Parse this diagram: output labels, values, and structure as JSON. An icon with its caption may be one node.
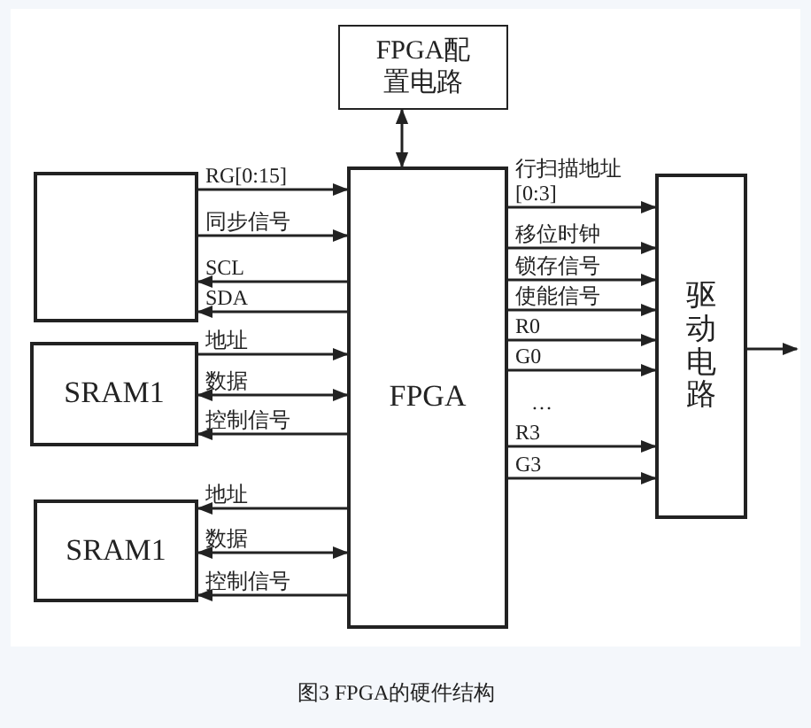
{
  "diagram": {
    "caption": "图3 FPGA的硬件结构",
    "nodes": [
      {
        "text": [
          "FPGA配置电路"
        ]
      },
      {
        "text": [
          "FPGA"
        ]
      },
      {
        "text": [],
        "shape": "box"
      },
      {
        "text": [
          "SRAM1"
        ]
      },
      {
        "text": [
          "SRAM1"
        ]
      },
      {
        "text": [
          "驱动电路"
        ]
      }
    ],
    "edges": [
      {
        "from": 0,
        "to": 1,
        "arrow": "both"
      },
      {
        "from": 2,
        "to": 1,
        "arrow": "to",
        "label": "RG[0:15]"
      },
      {
        "from": 2,
        "to": 1,
        "arrow": "to",
        "label": "同步信号"
      },
      {
        "from": 1,
        "to": 2,
        "arrow": "to",
        "label": "SCL"
      },
      {
        "from": 1,
        "to": 2,
        "arrow": "to",
        "label": "SDA"
      },
      {
        "from": 3,
        "to": 1,
        "arrow": "to",
        "label": "地址"
      },
      {
        "from": 3,
        "to": 1,
        "arrow": "both",
        "label": "数据"
      },
      {
        "from": 1,
        "to": 3,
        "arrow": "to",
        "label": "控制信号"
      },
      {
        "from": 1,
        "to": 4,
        "arrow": "to",
        "label": "地址"
      },
      {
        "from": 4,
        "to": 1,
        "arrow": "both",
        "label": "数据"
      },
      {
        "from": 1,
        "to": 4,
        "arrow": "to",
        "label": "控制信号"
      },
      {
        "from": 1,
        "to": 5,
        "arrow": "to",
        "label": "行扫描地址[0:3]"
      },
      {
        "from": 1,
        "to": 5,
        "arrow": "to",
        "label": "移位时钟"
      },
      {
        "from": 1,
        "to": 5,
        "arrow": "to",
        "label": "锁存信号"
      },
      {
        "from": 1,
        "to": 5,
        "arrow": "to",
        "label": "使能信号"
      },
      {
        "from": 1,
        "to": 5,
        "arrow": "to",
        "label": "R0"
      },
      {
        "from": 1,
        "to": 5,
        "arrow": "to",
        "label": "G0"
      },
      {
        "from": 1,
        "to": 5,
        "arrow": "to",
        "label": "R3"
      },
      {
        "from": 1,
        "to": 5,
        "arrow": "to",
        "label": "G3"
      },
      {
        "from": 5,
        "to": null,
        "arrow": "to"
      }
    ],
    "labels": [
      "…"
    ]
  }
}
